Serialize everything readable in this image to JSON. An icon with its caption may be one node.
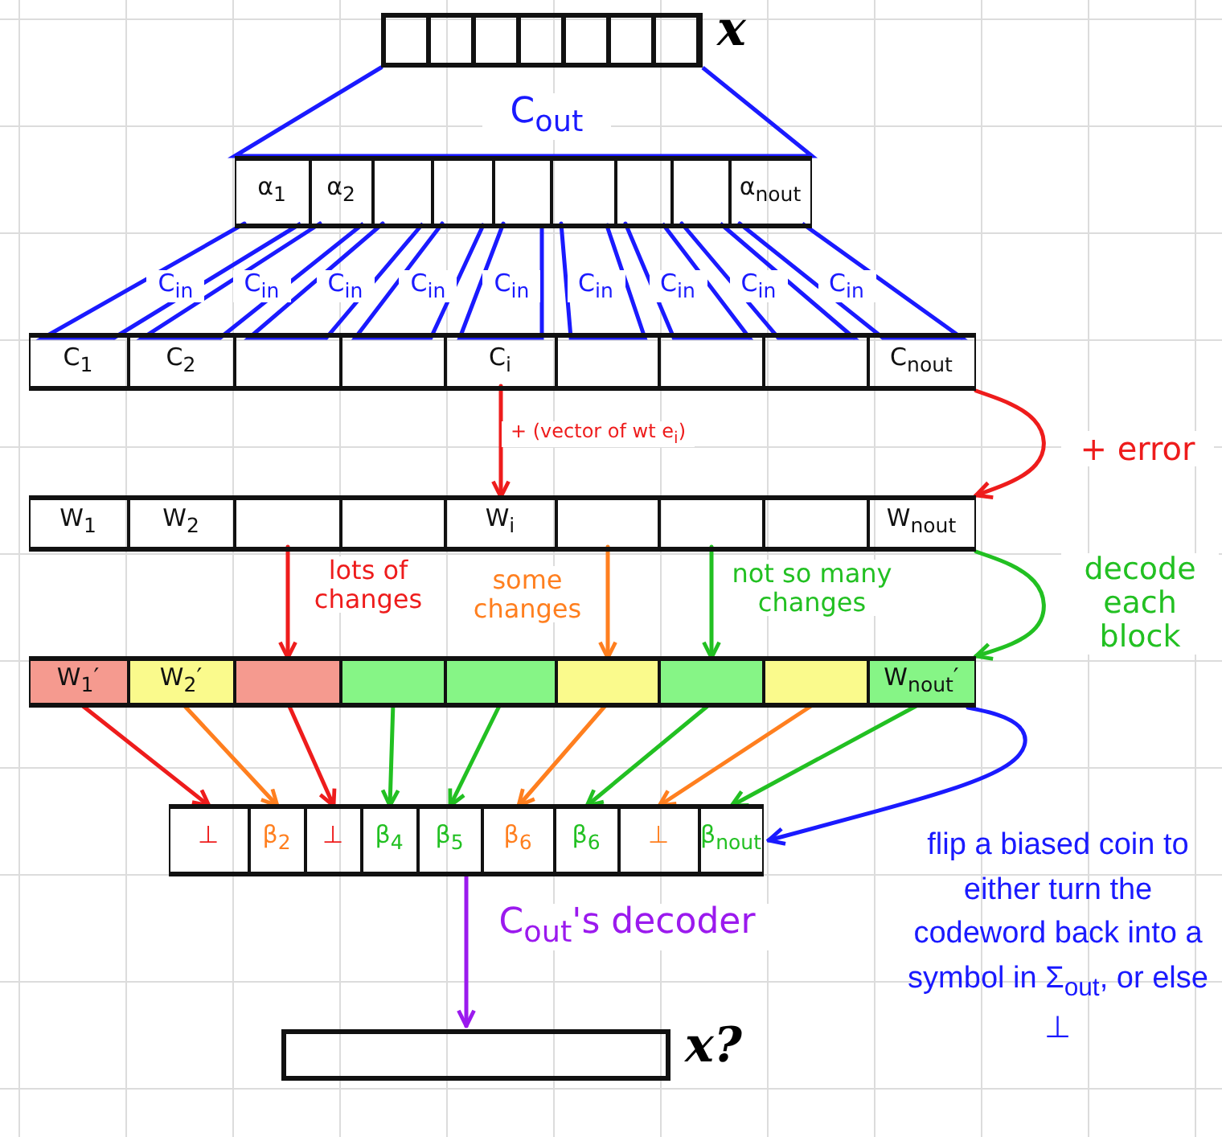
{
  "diagram": {
    "nodes": [
      {
        "text": [],
        "shape": "box",
        "beside": [
          "x"
        ]
      },
      {
        "text": [],
        "shape": "bar"
      },
      {
        "text": [
          "α$_{1}$"
        ],
        "in": 1
      },
      {
        "text": [
          "α$_{2}$"
        ],
        "in": 1
      },
      {
        "text": [],
        "shape": "box",
        "in": 1
      },
      {
        "text": [],
        "shape": "box",
        "in": 1
      },
      {
        "text": [],
        "shape": "box",
        "in": 1
      },
      {
        "text": [],
        "shape": "box",
        "in": 1
      },
      {
        "text": [],
        "shape": "box",
        "in": 1
      },
      {
        "text": [],
        "shape": "box",
        "in": 1
      },
      {
        "text": [
          "α$_{nout}$"
        ],
        "in": 1
      },
      {
        "text": [],
        "shape": "bar"
      },
      {
        "text": [
          "C$_{1}$"
        ],
        "in": 11
      },
      {
        "text": [
          "C$_{2}$"
        ],
        "in": 11
      },
      {
        "text": [],
        "shape": "box",
        "in": 11
      },
      {
        "text": [],
        "shape": "box",
        "in": 11
      },
      {
        "text": [
          "C$_{i}$"
        ],
        "in": 11
      },
      {
        "text": [],
        "shape": "box",
        "in": 11
      },
      {
        "text": [],
        "shape": "box",
        "in": 11
      },
      {
        "text": [],
        "shape": "box",
        "in": 11
      },
      {
        "text": [
          "C$_{nout}$"
        ],
        "in": 11
      },
      {
        "text": [],
        "shape": "bar"
      },
      {
        "text": [
          "W$_{1}$"
        ],
        "in": 21
      },
      {
        "text": [
          "W$_{2}$"
        ],
        "in": 21
      },
      {
        "text": [],
        "shape": "box",
        "in": 21
      },
      {
        "text": [],
        "shape": "box",
        "in": 21
      },
      {
        "text": [
          "W$_{i}$"
        ],
        "in": 21
      },
      {
        "text": [],
        "shape": "box",
        "in": 21
      },
      {
        "text": [],
        "shape": "box",
        "in": 21
      },
      {
        "text": [],
        "shape": "box",
        "in": 21
      },
      {
        "text": [
          "W$_{nout}$"
        ],
        "in": 21
      },
      {
        "text": [],
        "shape": "bar"
      },
      {
        "text": [
          "W$_{1}$′"
        ],
        "in": 31
      },
      {
        "text": [
          "W$_{2}$′"
        ],
        "in": 31
      },
      {
        "text": [],
        "shape": "box",
        "in": 31
      },
      {
        "text": [],
        "shape": "box",
        "in": 31
      },
      {
        "text": [],
        "shape": "box",
        "in": 31
      },
      {
        "text": [],
        "shape": "box",
        "in": 31
      },
      {
        "text": [],
        "shape": "box",
        "in": 31
      },
      {
        "text": [],
        "shape": "box",
        "in": 31
      },
      {
        "text": [
          "W$_{nout}$′"
        ],
        "in": 31
      },
      {
        "text": [],
        "shape": "bar"
      },
      {
        "text": [
          "⊥"
        ],
        "in": 41
      },
      {
        "text": [
          "β$_{2}$"
        ],
        "in": 41
      },
      {
        "text": [
          "⊥"
        ],
        "in": 41
      },
      {
        "text": [
          "β$_{4}$"
        ],
        "in": 41
      },
      {
        "text": [
          "β$_{5}$"
        ],
        "in": 41
      },
      {
        "text": [
          "β$_{6}$"
        ],
        "in": 41
      },
      {
        "text": [
          "β$_{6}$"
        ],
        "in": 41
      },
      {
        "text": [
          "⊥"
        ],
        "in": 41
      },
      {
        "text": [
          "β$_{nout}$"
        ],
        "in": 41
      },
      {
        "text": [],
        "shape": "box",
        "beside": [
          "x?"
        ]
      }
    ],
    "edges": [
      {
        "from": 0,
        "to": 1,
        "arrow": "none",
        "label": "C$_{out}$",
        "color": "#1a1aff"
      },
      {
        "from": 2,
        "to": 12,
        "arrow": "none",
        "label": "C$_{in}$",
        "color": "#1a1aff"
      },
      {
        "from": 3,
        "to": 13,
        "arrow": "none",
        "label": "C$_{in}$",
        "color": "#1a1aff"
      },
      {
        "from": 4,
        "to": 14,
        "arrow": "none",
        "label": "C$_{in}$",
        "color": "#1a1aff"
      },
      {
        "from": 5,
        "to": 15,
        "arrow": "none",
        "label": "C$_{in}$",
        "color": "#1a1aff"
      },
      {
        "from": 6,
        "to": 16,
        "arrow": "none",
        "label": "C$_{in}$",
        "color": "#1a1aff"
      },
      {
        "from": 7,
        "to": 17,
        "arrow": "none",
        "label": "C$_{in}$",
        "color": "#1a1aff"
      },
      {
        "from": 8,
        "to": 18,
        "arrow": "none",
        "label": "C$_{in}$",
        "color": "#1a1aff"
      },
      {
        "from": 9,
        "to": 19,
        "arrow": "none",
        "label": "C$_{in}$",
        "color": "#1a1aff"
      },
      {
        "from": 10,
        "to": 20,
        "arrow": "none",
        "label": "C$_{in}$",
        "color": "#1a1aff"
      },
      {
        "from": 16,
        "to": 26,
        "arrow": "to",
        "label": "+ (vector of wt e$_{i}$)",
        "color": "#ee1c1c"
      },
      {
        "from": 11,
        "to": 21,
        "arrow": "to",
        "label": "+ error",
        "color": "#ee1c1c"
      },
      {
        "from": 24,
        "to": 34,
        "arrow": "to",
        "label": "lots of changes",
        "color": "#ee1c1c"
      },
      {
        "from": 27,
        "to": 37,
        "arrow": "to",
        "label": "some changes",
        "color": "#ff7f1f"
      },
      {
        "from": 28,
        "to": 38,
        "arrow": "to",
        "label": "not so many changes",
        "color": "#22c022"
      },
      {
        "from": 21,
        "to": 31,
        "arrow": "to",
        "label": "decode each block",
        "color": "#22c022"
      },
      {
        "from": 32,
        "to": 42,
        "arrow": "to",
        "color": "#ee1c1c"
      },
      {
        "from": 33,
        "to": 43,
        "arrow": "to",
        "color": "#ff7f1f"
      },
      {
        "from": 34,
        "to": 44,
        "arrow": "to",
        "color": "#ee1c1c"
      },
      {
        "from": 35,
        "to": 45,
        "arrow": "to",
        "color": "#22c022"
      },
      {
        "from": 36,
        "to": 46,
        "arrow": "to",
        "color": "#22c022"
      },
      {
        "from": 37,
        "to": 47,
        "arrow": "to",
        "color": "#ff7f1f"
      },
      {
        "from": 38,
        "to": 48,
        "arrow": "to",
        "color": "#22c022"
      },
      {
        "from": 39,
        "to": 49,
        "arrow": "to",
        "color": "#ff7f1f"
      },
      {
        "from": 40,
        "to": 50,
        "arrow": "to",
        "color": "#22c022"
      },
      {
        "from": 31,
        "to": 41,
        "arrow": "to",
        "color": "#1a1aff"
      },
      {
        "from": 41,
        "to": 51,
        "arrow": "to",
        "label": "C$_{out}$'s decoder",
        "color": "#9b1aee"
      }
    ],
    "labels": [
      "flip a biased coin to either turn the codeword back into a symbol in Σ$_{out}$, or else ⊥"
    ]
  }
}
